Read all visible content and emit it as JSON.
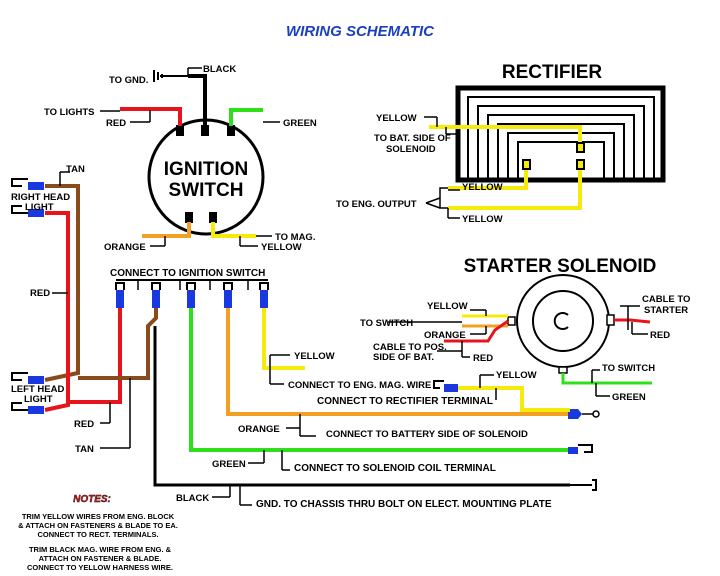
{
  "title": "WIRING SCHEMATIC",
  "ignition": {
    "name_line1": "IGNITION",
    "name_line2": "SWITCH",
    "to_gnd": "TO GND.",
    "black": "BLACK",
    "to_lights": "TO LIGHTS",
    "red": "RED",
    "green": "GREEN",
    "orange": "ORANGE",
    "to_mag": "TO MAG.",
    "yellow": "YELLOW"
  },
  "rectifier": {
    "name": "RECTIFIER",
    "yellow_top": "YELLOW",
    "to_bat_line1": "TO BAT. SIDE OF",
    "to_bat_line2": "SOLENOID",
    "to_eng_output": "TO ENG. OUTPUT",
    "yellow_a": "YELLOW",
    "yellow_b": "YELLOW"
  },
  "solenoid": {
    "name": "STARTER SOLENOID",
    "yellow": "YELLOW",
    "to_switch": "TO SWITCH",
    "orange": "ORANGE",
    "cable_pos_line1": "CABLE TO POS.",
    "cable_pos_line2": "SIDE OF BAT.",
    "red_small": "RED",
    "cable_starter_line1": "CABLE TO",
    "cable_starter_line2": "STARTER",
    "red_right": "RED",
    "to_switch_right": "TO SWITCH",
    "green": "GREEN"
  },
  "lights": {
    "tan_top": "TAN",
    "right_head_line1": "RIGHT HEAD",
    "right_head_line2": "LIGHT",
    "red": "RED",
    "left_head_line1": "LEFT HEAD",
    "left_head_line2": "LIGHT"
  },
  "harness": {
    "connect_ignition": "CONNECT TO IGNITION SWITCH",
    "yellow": "YELLOW",
    "connect_mag": "CONNECT TO ENG. MAG. WIRE",
    "yellow_rect": "YELLOW",
    "connect_rect": "CONNECT TO RECTIFIER TERMINAL",
    "red": "RED",
    "orange": "ORANGE",
    "connect_battery": "CONNECT TO BATTERY SIDE OF SOLENOID",
    "tan": "TAN",
    "green": "GREEN",
    "connect_coil": "CONNECT TO SOLENOID COIL TERMINAL",
    "black": "BLACK",
    "gnd_chassis": "GND. TO CHASSIS THRU BOLT ON ELECT. MOUNTING PLATE"
  },
  "notes": {
    "heading": "NOTES:",
    "line1": "TRIM YELLOW WIRES FROM ENG. BLOCK",
    "line2": "& ATTACH ON FASTENERS & BLADE TO EA.",
    "line3": "CONNECT TO RECT. TERMINALS.",
    "line4": "TRIM BLACK MAG. WIRE FROM ENG. &",
    "line5": "ATTACH ON FASTENER & BLADE.",
    "line6": "CONNECT TO YELLOW HARNESS WIRE."
  },
  "colors": {
    "red": "#e8141b",
    "yellow": "#f5eb0a",
    "green": "#2ee01a",
    "orange": "#f2a023",
    "tan": "#8a4b1c",
    "black": "#000000",
    "connector": "#1a38e0",
    "title": "#1a3fbf"
  }
}
